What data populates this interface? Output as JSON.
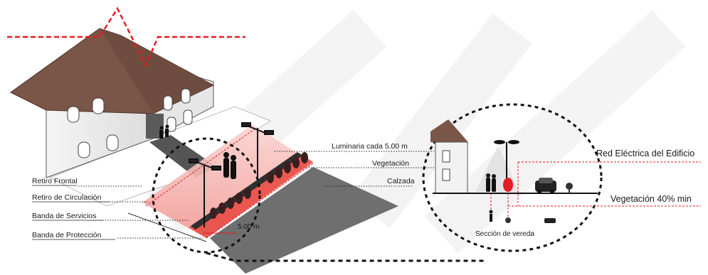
{
  "labels": {
    "left": [
      "Retiro Frontal",
      "Retiro de Circulación",
      "Banda de Servicios",
      "Banda de Protección"
    ],
    "middle": [
      "Luminaria cada 5.00 m",
      "Vegetación",
      "Calzada"
    ],
    "right": [
      "Red Eléctrica del Edificio",
      "Vegetación 40% min"
    ],
    "dimension": "5.00 m",
    "section_caption": "Sección de vereda"
  },
  "colors": {
    "accent_red": "#e31b23",
    "zone_pink": "#f7b6b3",
    "roof_brown": "#7a5648",
    "asphalt_gray": "#6f6f6f",
    "wall_light": "#efefef"
  },
  "icons": [
    "walking-person-icon",
    "tree-icon",
    "car-icon",
    "streetlight-icon"
  ]
}
